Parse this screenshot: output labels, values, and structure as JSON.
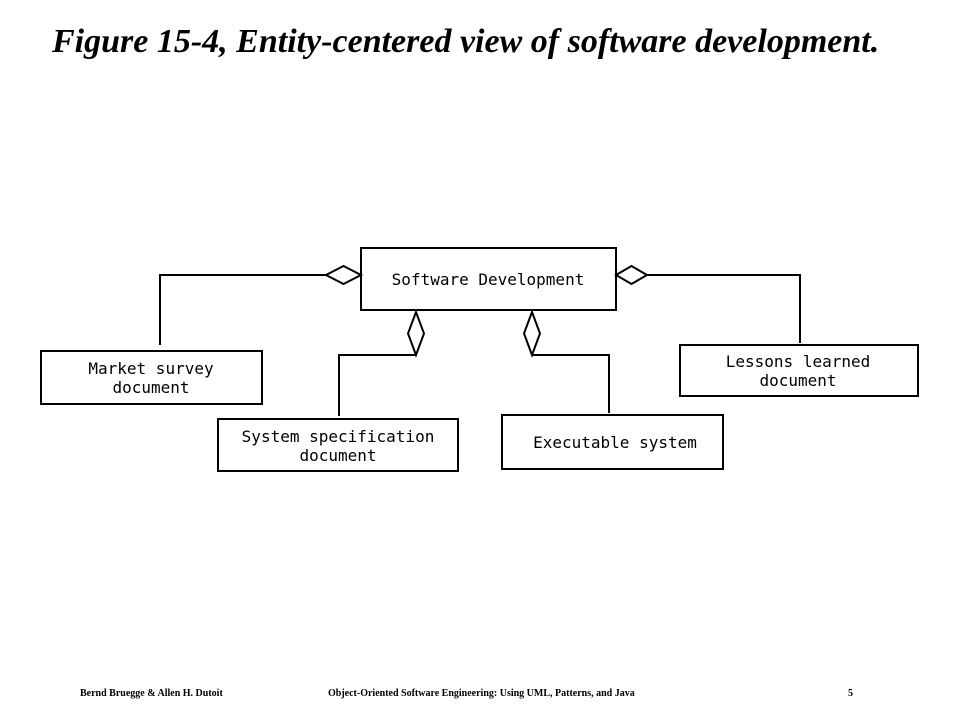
{
  "title": "Figure 15-4, Entity-centered view of software development.",
  "diagram": {
    "center_class": "Software Development",
    "parts": [
      {
        "id": "market",
        "lines": [
          "Market survey",
          "document"
        ]
      },
      {
        "id": "spec",
        "lines": [
          "System specification",
          "document"
        ]
      },
      {
        "id": "exec",
        "lines": [
          "Executable system"
        ]
      },
      {
        "id": "lessons",
        "lines": [
          "Lessons learned",
          "document"
        ]
      }
    ],
    "relationship": "aggregation"
  },
  "footer": {
    "authors": "Bernd Bruegge & Allen H. Dutoit",
    "book": "Object-Oriented Software Engineering: Using UML, Patterns, and Java",
    "page": "5"
  }
}
